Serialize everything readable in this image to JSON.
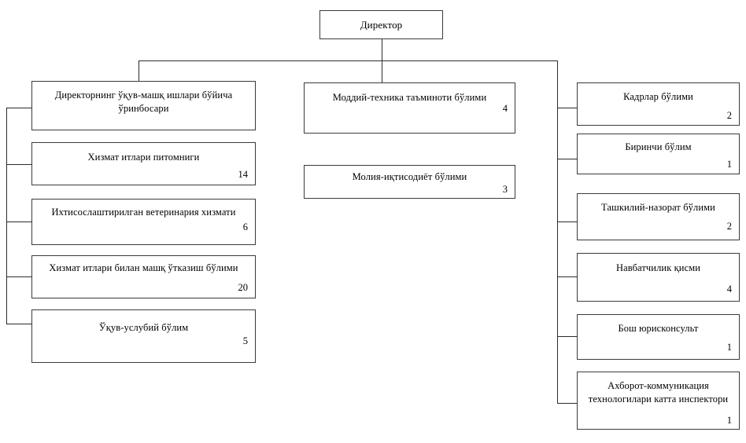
{
  "chart_data": {
    "type": "diagram",
    "title": "",
    "diagram_kind": "organizational-chart",
    "orientation": "top-down-three-column",
    "root": {
      "id": "director",
      "label": "Директор",
      "count": ""
    },
    "columns": [
      {
        "id": "left-branch",
        "parent": "director",
        "nodes": [
          {
            "id": "deputy-director",
            "label": "Директорнинг ўқув-машқ ишлари бўйича ўринбосари",
            "count": ""
          },
          {
            "id": "service-dogs-kennel",
            "label": "Хизмат итлари питомниги",
            "count": "14"
          },
          {
            "id": "specialized-veterinary-service",
            "label": "Ихтисослаштирилган ветеринария хизмати",
            "count": "6"
          },
          {
            "id": "dog-training-department",
            "label": "Хизмат итлари билан машқ ўтказиш бўлими",
            "count": "20"
          },
          {
            "id": "educational-methodical-department",
            "label": "Ўқув-услубий бўлим",
            "count": "5"
          }
        ]
      },
      {
        "id": "center-branch",
        "parent": "director",
        "nodes": [
          {
            "id": "material-technical-supply-department",
            "label": "Моддий-техника таъминоти бўлими",
            "count": "4"
          },
          {
            "id": "finance-economy-department",
            "label": "Молия-иқтисодиёт бўлими",
            "count": "3"
          }
        ]
      },
      {
        "id": "right-branch",
        "parent": "director",
        "nodes": [
          {
            "id": "personnel-department",
            "label": "Кадрлар бўлими",
            "count": "2"
          },
          {
            "id": "first-department",
            "label": "Биринчи бўлим",
            "count": "1"
          },
          {
            "id": "organizational-control-department",
            "label": "Ташкилий-назорат бўлими",
            "count": "2"
          },
          {
            "id": "duty-unit",
            "label": "Навбатчилик қисми",
            "count": "4"
          },
          {
            "id": "chief-legal-counsel",
            "label": "Бош юрисконсульт",
            "count": "1"
          },
          {
            "id": "ict-senior-inspector",
            "label": "Ахборот-коммуникация технологилари катта инспектори",
            "count": "1"
          }
        ]
      }
    ],
    "colors": {
      "background": "#ffffff",
      "box_border": "#3a3a3a",
      "connector": "#2b2b2b",
      "text": "#000000"
    }
  }
}
